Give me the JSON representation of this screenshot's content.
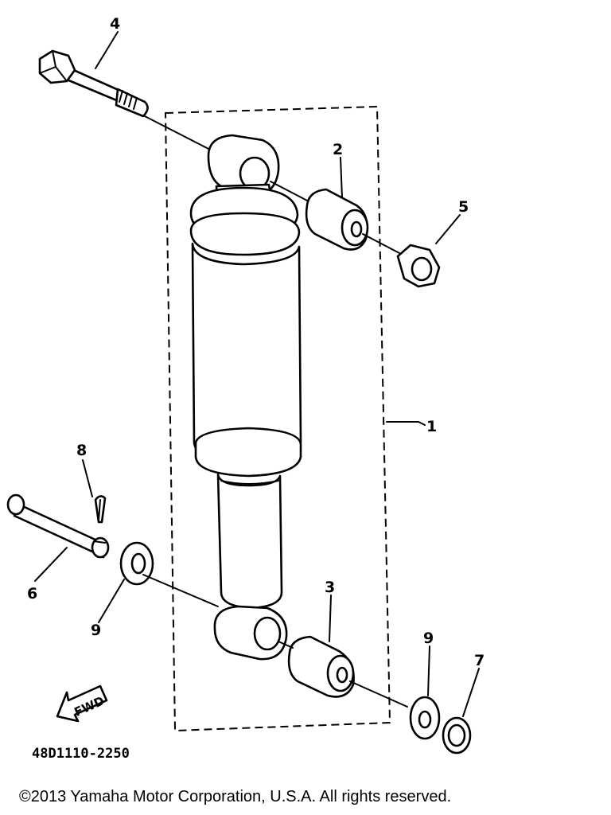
{
  "labels": {
    "part1": "1",
    "part2": "2",
    "part3": "3",
    "part4": "4",
    "part5": "5",
    "part6": "6",
    "part7": "7",
    "part8": "8",
    "part9_left": "9",
    "part9_right": "9"
  },
  "diagram_code": "48D1110-2250",
  "fwd_label": "FWD",
  "copyright": "©2013 Yamaha Motor Corporation, U.S.A. All rights reserved."
}
